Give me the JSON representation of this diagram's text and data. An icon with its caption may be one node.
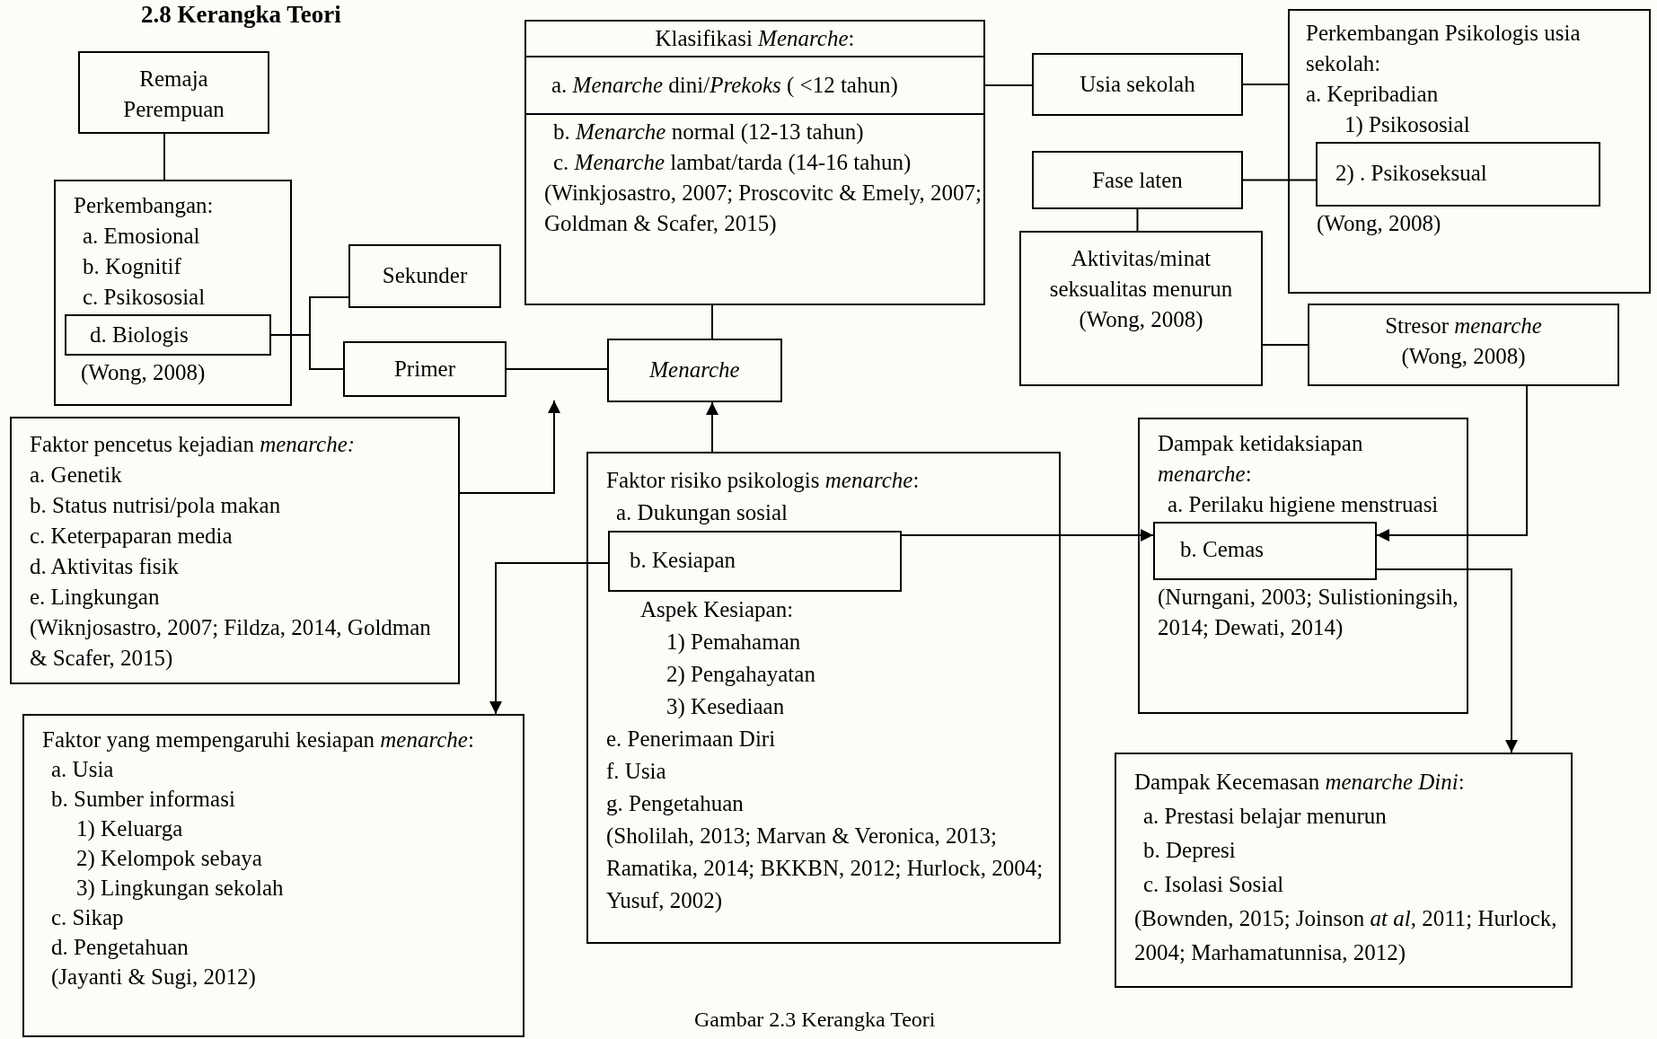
{
  "diagram": {
    "title": "2.8 Kerangka Teori",
    "caption": "Gambar 2.3 Kerangka Teori",
    "nodes": [
      {
        "text": [
          "Remaja Perempuan"
        ]
      },
      {
        "text": [
          "Perkembangan:",
          "a. Emosional",
          "b. Kognitif",
          "c. Psikososial",
          "(Wong, 2008)"
        ]
      },
      {
        "text": [
          "d. Biologis"
        ],
        "in": 1
      },
      {
        "text": [
          "Sekunder"
        ]
      },
      {
        "text": [
          "Primer"
        ]
      },
      {
        "text": [
          "Klasifikasi *Menarche*:",
          "b. *Menarche* normal (12-13 tahun)",
          "c. *Menarche* lambat/tarda (14-16 tahun)",
          "(Winkjosastro, 2007; Proscovitc & Emely, 2007; Goldman & Scafer, 2015)"
        ]
      },
      {
        "text": [
          "a. *Menarche* dini/*Prekoks* ( <12 tahun)"
        ],
        "in": 5
      },
      {
        "text": [
          "Menarche"
        ]
      },
      {
        "text": [
          "Usia sekolah"
        ]
      },
      {
        "text": [
          "Perkembangan Psikologis usia sekolah:",
          "a. Kepribadian",
          "1) Psikososial",
          "(Wong, 2008)"
        ]
      },
      {
        "text": [
          "2) . Psikoseksual"
        ],
        "in": 9
      },
      {
        "text": [
          "Fase laten"
        ]
      },
      {
        "text": [
          "Aktivitas/minat seksualitas menurun",
          "(Wong, 2008)"
        ]
      },
      {
        "text": [
          "Stresor *menarche*",
          "(Wong, 2008)"
        ]
      },
      {
        "text": [
          "Faktor pencetus kejadian *menarche:*",
          "a. Genetik",
          "b. Status nutrisi/pola makan",
          "c. Keterpaparan media",
          "d. Aktivitas fisik",
          "e. Lingkungan",
          "(Wiknjosastro, 2007; Fildza, 2014, Goldman & Scafer, 2015)"
        ]
      },
      {
        "text": [
          "Faktor risiko psikologis *menarche*:",
          "a. Dukungan sosial",
          "Aspek Kesiapan:",
          "1) Pemahaman",
          "2) Pengahayatan",
          "3) Kesediaan",
          "e. Penerimaan Diri",
          "f. Usia",
          "g. Pengetahuan",
          "(Sholilah, 2013; Marvan & Veronica, 2013; Ramatika, 2014; BKKBN, 2012; Hurlock, 2004; Yusuf, 2002)"
        ]
      },
      {
        "text": [
          "b. Kesiapan"
        ],
        "in": 15
      },
      {
        "text": [
          "Dampak ketidaksiapan *menarche*:",
          "a. Perilaku higiene menstruasi",
          "(Nurngani, 2003; Sulistioningsih, 2014; Dewati, 2014)"
        ]
      },
      {
        "text": [
          "b. Cemas"
        ],
        "in": 17
      },
      {
        "text": [
          "Faktor yang mempengaruhi kesiapan *menarche*:",
          "a. Usia",
          "b. Sumber informasi",
          "1) Keluarga",
          "2) Kelompok sebaya",
          "3) Lingkungan sekolah",
          "c. Sikap",
          "d. Pengetahuan",
          "(Jayanti & Sugi, 2012)"
        ]
      },
      {
        "text": [
          "Dampak Kecemasan *menarche Dini*:",
          "a. Prestasi belajar menurun",
          "b. Depresi",
          "c. Isolasi Sosial",
          "(Bownden, 2015; Joinson *at al*, 2011; Hurlock, 2004; Marhamatunnisa, 2012)"
        ]
      }
    ],
    "edges": [
      {
        "from": 0,
        "to": 1,
        "arrow": "none"
      },
      {
        "from": 2,
        "to": 3,
        "arrow": "none"
      },
      {
        "from": 2,
        "to": 4,
        "arrow": "none"
      },
      {
        "from": 4,
        "to": 7,
        "arrow": "none"
      },
      {
        "from": 5,
        "to": 7,
        "arrow": "none"
      },
      {
        "from": 6,
        "to": 8,
        "arrow": "none"
      },
      {
        "from": 8,
        "to": 9,
        "arrow": "none"
      },
      {
        "from": 11,
        "to": 10,
        "arrow": "none"
      },
      {
        "from": 11,
        "to": 12,
        "arrow": "none"
      },
      {
        "from": 12,
        "to": 13,
        "arrow": "none"
      },
      {
        "from": 14,
        "to": null,
        "arrow": "to"
      },
      {
        "from": 15,
        "to": 7,
        "arrow": "to"
      },
      {
        "from": 16,
        "to": 18,
        "arrow": "to"
      },
      {
        "from": 16,
        "to": 19,
        "arrow": "to"
      },
      {
        "from": 13,
        "to": 18,
        "arrow": "to"
      },
      {
        "from": 18,
        "to": 20,
        "arrow": "to"
      }
    ]
  }
}
